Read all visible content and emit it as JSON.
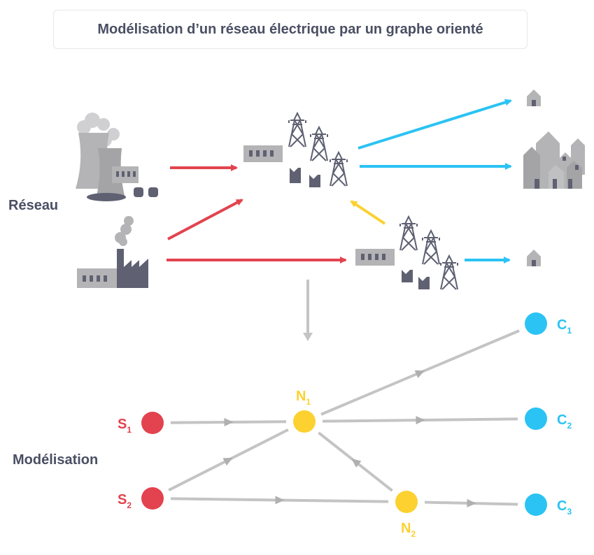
{
  "title": "Modélisation d’un réseau électrique par un graphe orienté",
  "labels": {
    "reseau": "Réseau",
    "modelisation": "Modélisation"
  },
  "colors": {
    "source": "#e2434e",
    "node": "#fcd130",
    "consumer": "#2bc3f3",
    "edge": "#c4c4c4",
    "text": "#4a4f63",
    "icon": "#b4b4b6",
    "icon_dark": "#5f6172"
  },
  "network_icons": [
    "nuclear-plant-icon",
    "factory-icon",
    "substation-icon",
    "pylon-icon",
    "house-icon",
    "city-icon"
  ],
  "graph": {
    "nodes": [
      {
        "id": "S1",
        "letter": "S",
        "sub": "1",
        "kind": "source"
      },
      {
        "id": "S2",
        "letter": "S",
        "sub": "2",
        "kind": "source"
      },
      {
        "id": "N1",
        "letter": "N",
        "sub": "1",
        "kind": "node"
      },
      {
        "id": "N2",
        "letter": "N",
        "sub": "2",
        "kind": "node"
      },
      {
        "id": "C1",
        "letter": "C",
        "sub": "1",
        "kind": "consumer"
      },
      {
        "id": "C2",
        "letter": "C",
        "sub": "2",
        "kind": "consumer"
      },
      {
        "id": "C3",
        "letter": "C",
        "sub": "3",
        "kind": "consumer"
      }
    ],
    "edges": [
      {
        "from": "S1",
        "to": "N1"
      },
      {
        "from": "S2",
        "to": "N1"
      },
      {
        "from": "S2",
        "to": "N2"
      },
      {
        "from": "N2",
        "to": "N1"
      },
      {
        "from": "N1",
        "to": "C1"
      },
      {
        "from": "N1",
        "to": "C2"
      },
      {
        "from": "N2",
        "to": "C3"
      }
    ]
  }
}
